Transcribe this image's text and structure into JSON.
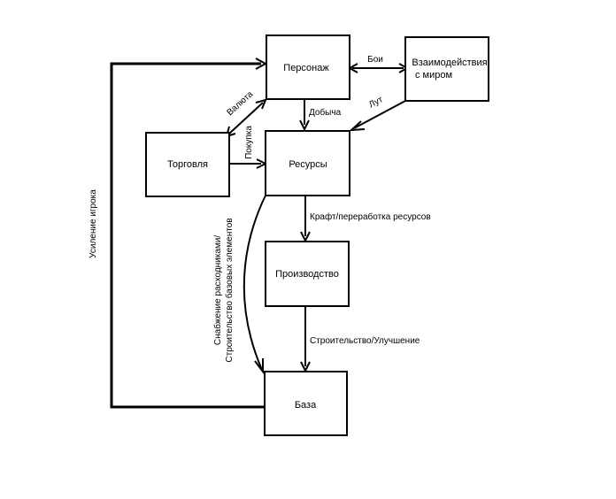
{
  "nodes": {
    "character": "Персонаж",
    "world_interaction_line1": "Взаимодействия",
    "world_interaction_line2": "с миром",
    "trade": "Торговля",
    "resources": "Ресурсы",
    "production": "Производство",
    "base": "База"
  },
  "edges": {
    "battles": "Бои",
    "currency": "Валюта",
    "loot": "Лут",
    "mining": "Добыча",
    "purchase": "Покупка",
    "crafting": "Крафт/переработка ресурсов",
    "building_upgrade": "Строительство/Улучшение",
    "supply_line1": "Снабжение расходниками/",
    "supply_line2": "Строительство базовых элементов",
    "player_boost": "Усиление игрока"
  },
  "colors": {
    "line": "#000000",
    "box_fill": "#ffffff",
    "text": "#000000"
  }
}
